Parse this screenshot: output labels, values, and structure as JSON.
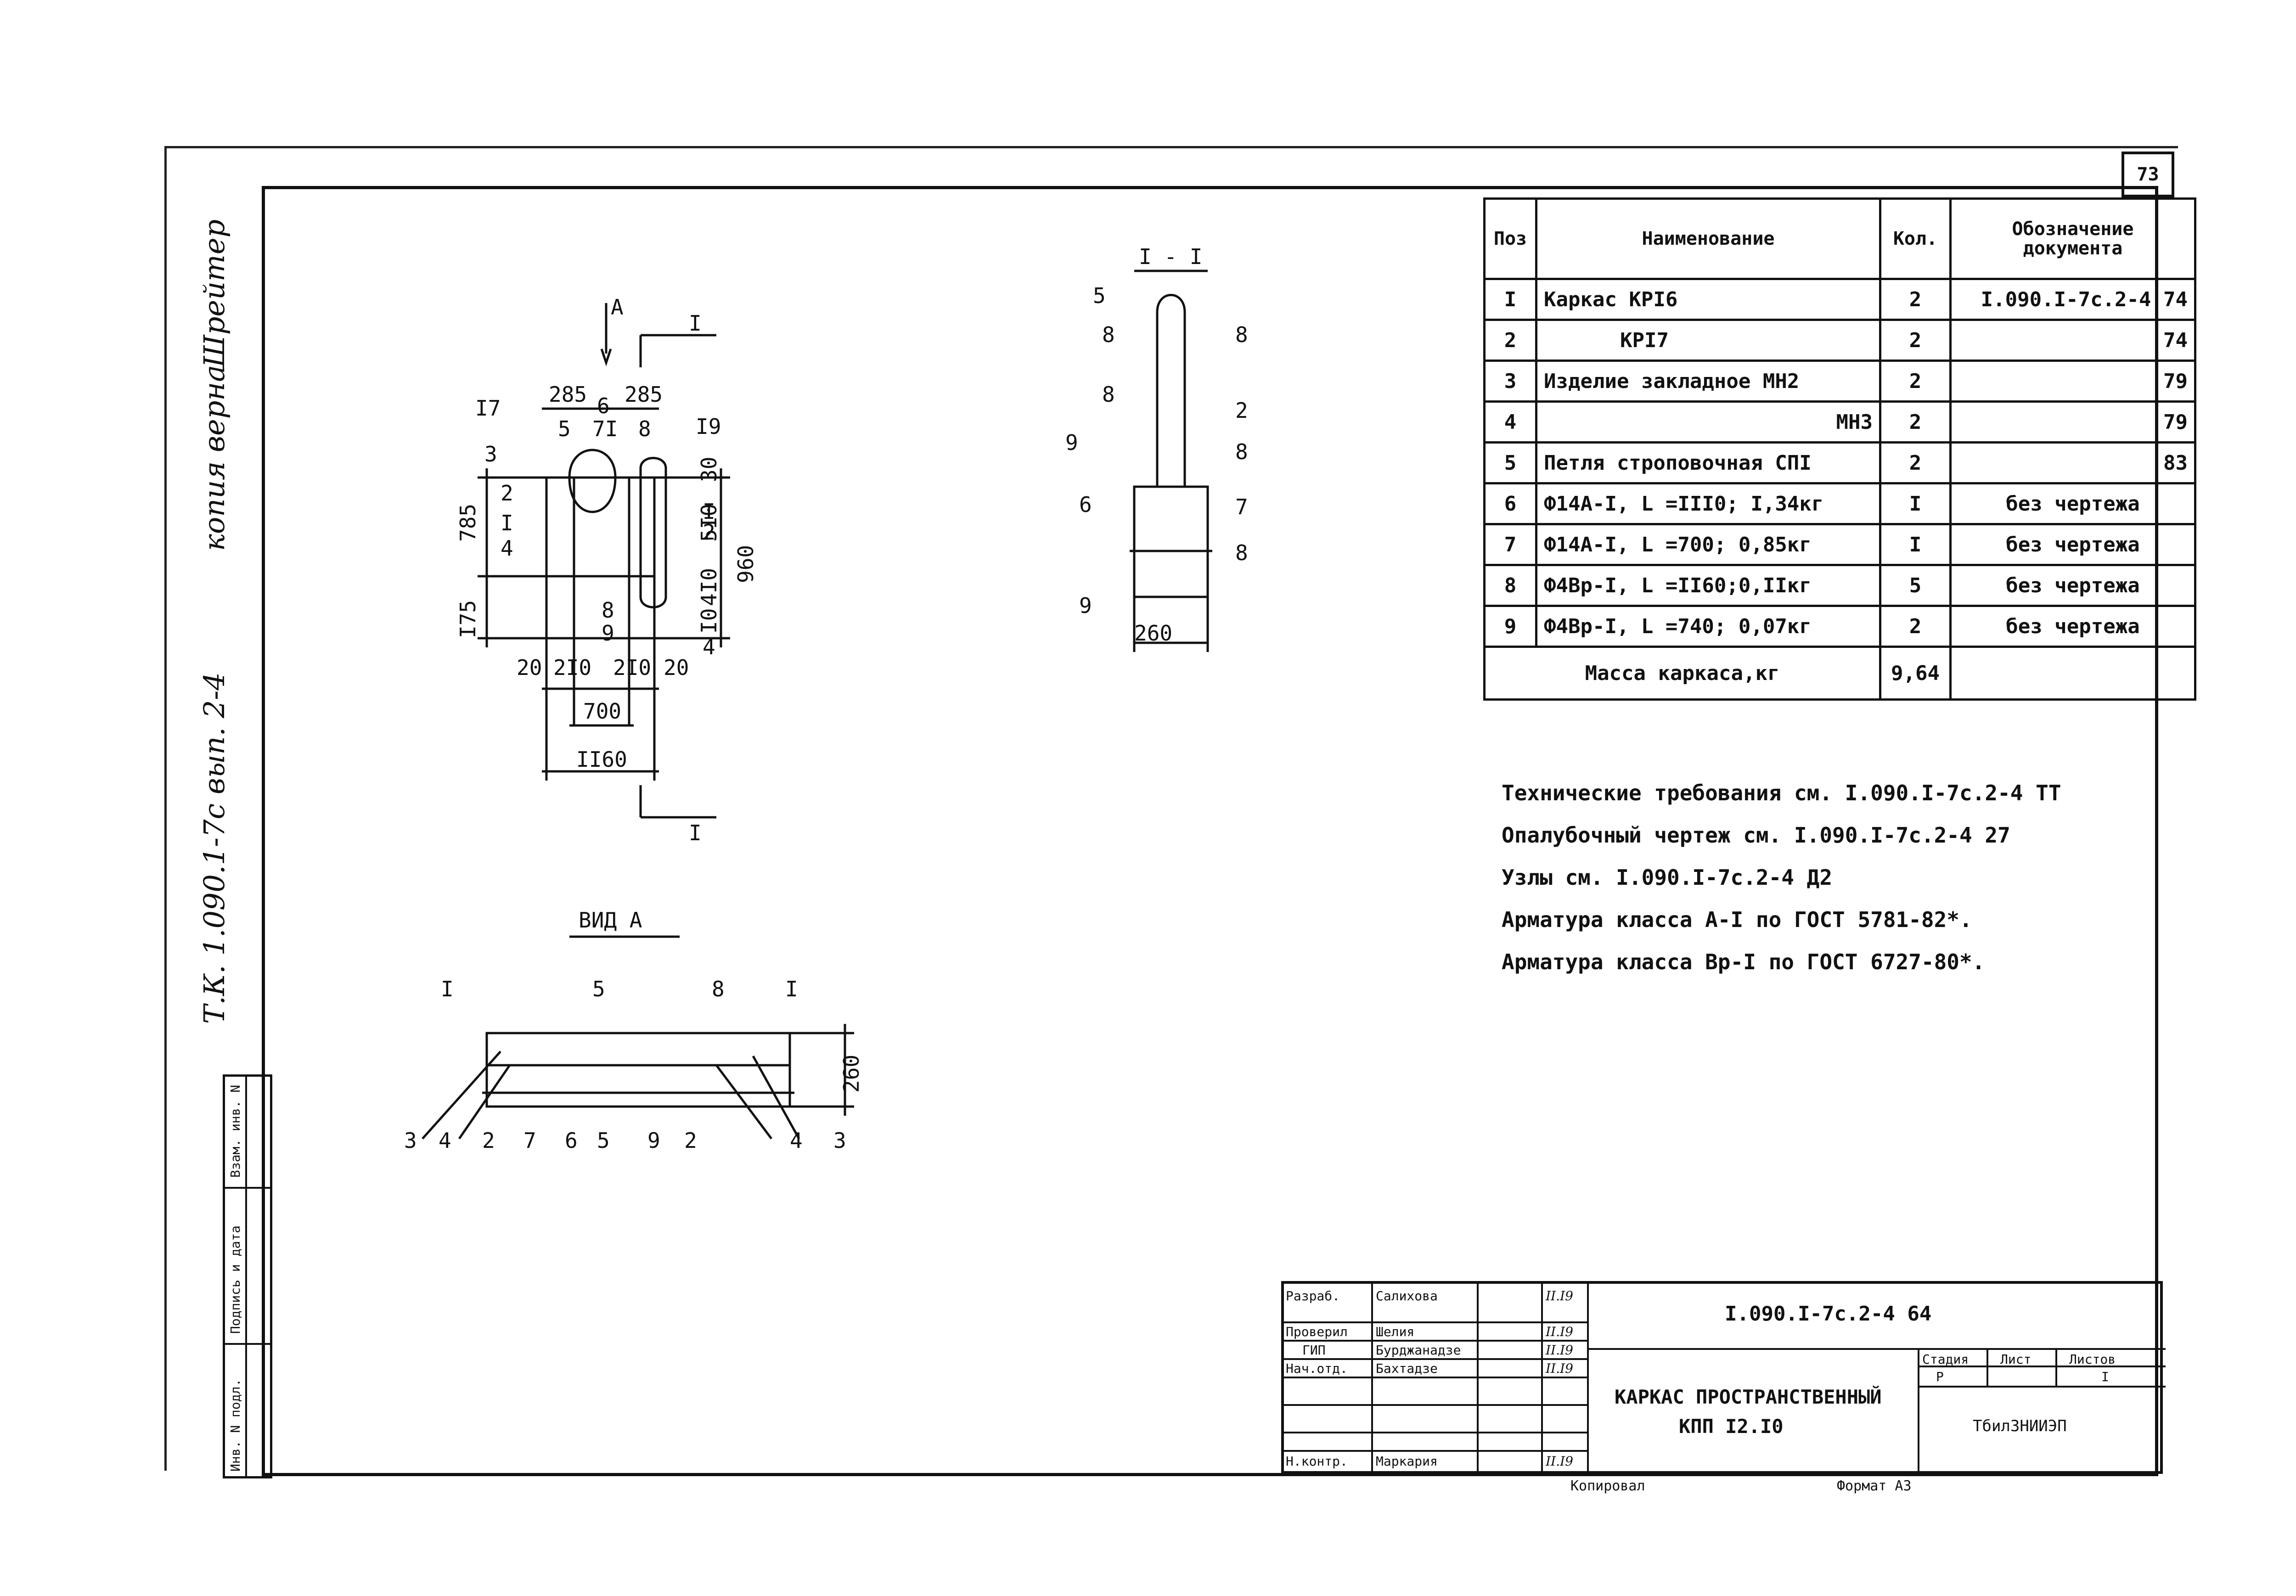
{
  "sheet_number": "73",
  "margin_notes": {
    "copy_true": "копия верна",
    "signature": "Шрейтер",
    "ref": "Т.К. 1.090.1-7с вып. 2-4"
  },
  "spec_table": {
    "headers": {
      "pos": "Поз",
      "name": "Наименование",
      "qty": "Кол.",
      "doc": "Обозначение документа"
    },
    "rows": [
      {
        "pos": "I",
        "name": "Каркас КРI6",
        "qty": "2",
        "doc": "I.090.I-7с.2-4 74"
      },
      {
        "pos": "2",
        "name": "КРI7",
        "qty": "2",
        "doc": "74"
      },
      {
        "pos": "3",
        "name": "Изделие закладное МН2",
        "qty": "2",
        "doc": "79"
      },
      {
        "pos": "4",
        "name": "МН3",
        "qty": "2",
        "doc": "79"
      },
      {
        "pos": "5",
        "name": "Петля строповочная СПI",
        "qty": "2",
        "doc": "83"
      },
      {
        "pos": "6",
        "name": "Ф14А-I, L =III0; I,34кг",
        "qty": "I",
        "doc": "без чертежа"
      },
      {
        "pos": "7",
        "name": "Ф14А-I, L =700; 0,85кг",
        "qty": "I",
        "doc": "без чертежа"
      },
      {
        "pos": "8",
        "name": "Ф4Вр-I, L =II60;0,IIкг",
        "qty": "5",
        "doc": "без чертежа"
      },
      {
        "pos": "9",
        "name": "Ф4Вр-I, L =740; 0,07кг",
        "qty": "2",
        "doc": "без чертежа"
      }
    ],
    "mass_label": "Масса каркаса,кг",
    "mass_value": "9,64"
  },
  "notes": [
    "Технические требования см. I.090.I-7с.2-4 ТТ",
    "Опалубочный чертеж см. I.090.I-7с.2-4 27",
    "Узлы см. I.090.I-7с.2-4 Д2",
    "Арматура класса А-I по ГОСТ 5781-82*.",
    "Арматура класса Вр-I по ГОСТ 6727-80*."
  ],
  "drawing_plan": {
    "view_marker": "A",
    "section_marker": "I",
    "dims": [
      "285",
      "285",
      "6",
      "7I",
      "8",
      "5",
      "785",
      "I75",
      "960",
      "30",
      "5I0",
      "4I0",
      "I0",
      "20",
      "2I0",
      "2I0",
      "20",
      "700",
      "II60",
      "8",
      "9"
    ],
    "callouts": [
      "I7",
      "3",
      "2",
      "I",
      "4",
      "I9",
      "I",
      "2",
      "4"
    ]
  },
  "drawing_section": {
    "title": "I - I",
    "dims": [
      "260"
    ],
    "callouts": [
      "5",
      "8",
      "8",
      "8",
      "2",
      "9",
      "8",
      "6",
      "7",
      "9",
      "8"
    ]
  },
  "drawing_view_a": {
    "title": "ВИД А",
    "dims": [
      "260"
    ],
    "callouts_top": [
      "I",
      "5",
      "8",
      "I"
    ],
    "callouts_bottom": [
      "3",
      "4",
      "2",
      "7",
      "6",
      "5",
      "9",
      "2",
      "4",
      "3"
    ]
  },
  "title_block": {
    "doc_code": "I.090.I-7с.2-4 64",
    "title_line1": "КАРКАС ПРОСТРАНСТВЕННЫЙ",
    "title_line2": "КПП I2.I0",
    "stage_label": "Стадия",
    "sheet_label": "Лист",
    "sheets_label": "Листов",
    "stage_value": "Р",
    "sheets_value": "I",
    "org": "ТбилЗНИИЭП",
    "roles": [
      {
        "role": "Разраб.",
        "name": "Салихова",
        "date": "II.I9"
      },
      {
        "role": "Проверил",
        "name": "Шелия",
        "date": "II.I9"
      },
      {
        "role": "ГИП",
        "name": "Бурджанадзе",
        "date": "II.I9"
      },
      {
        "role": "Нач.отд.",
        "name": "Бахтадзе",
        "date": "II.I9"
      },
      {
        "role": "Н.контр.",
        "name": "Маркария",
        "date": "II.I9"
      }
    ],
    "copied_label": "Копировал",
    "format_label": "Формат А3"
  },
  "side_stamp": {
    "labels": [
      "Инв. N подл.",
      "Подпись и дата",
      "Взам. инв. N"
    ]
  }
}
